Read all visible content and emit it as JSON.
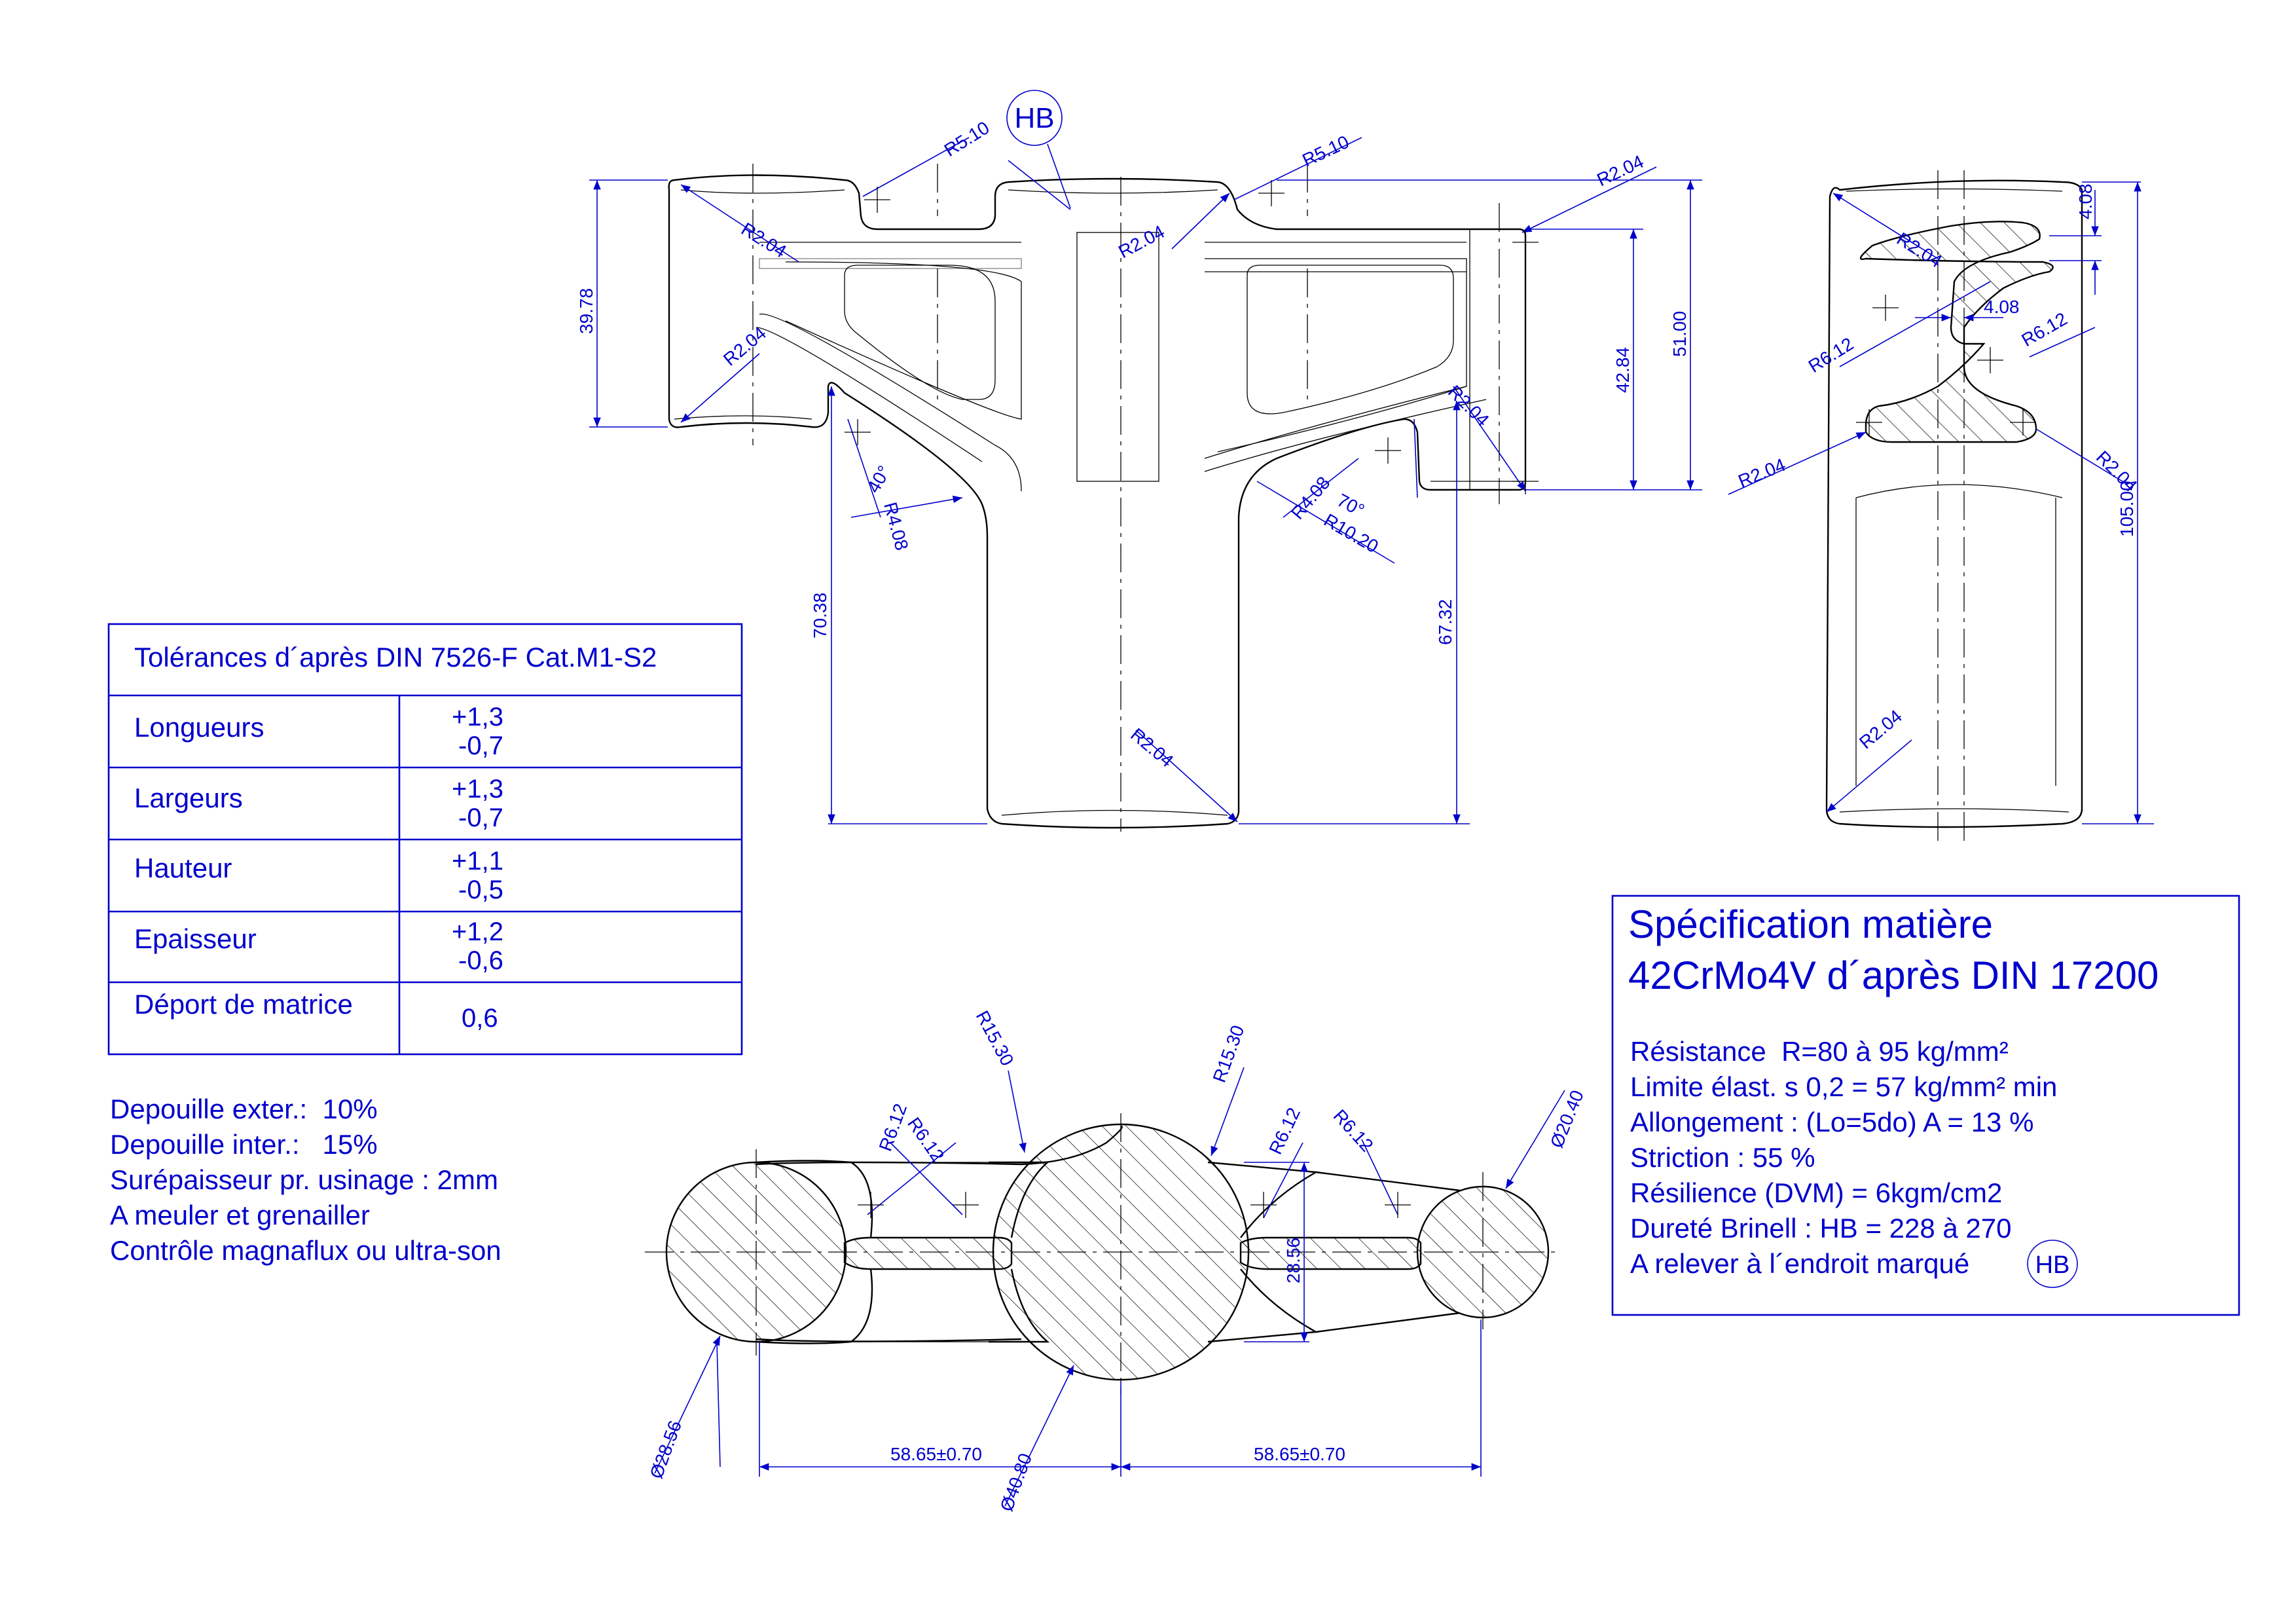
{
  "tolerance_table": {
    "title": "Tolérances d´après DIN 7526-F Cat.M1-S2",
    "rows": [
      {
        "label": "Longueurs",
        "plus": "+1,3",
        "minus": "-0,7"
      },
      {
        "label": "Largeurs",
        "plus": "+1,3",
        "minus": "-0,7"
      },
      {
        "label": "Hauteur",
        "plus": "+1,1",
        "minus": "-0,5"
      },
      {
        "label": "Epaisseur",
        "plus": "+1,2",
        "minus": "-0,6"
      },
      {
        "label": "Déport de matrice",
        "plus": "0,6",
        "minus": ""
      }
    ]
  },
  "notes": [
    "Depouille exter.:  10%",
    "Depouille inter.:   15%",
    "Surépaisseur pr. usinage : 2mm",
    "A meuler et grenailler",
    "Contrôle magnaflux ou ultra-son"
  ],
  "spec": {
    "title1": "Spécification matière",
    "title2": "42CrMo4V d´après DIN 17200",
    "lines": [
      "Résistance  R=80 à 95 kg/mm²",
      "Limite élast. s 0,2 = 57 kg/mm² min",
      "Allongement : (Lo=5do) A = 13 %",
      "Striction : 55 %",
      "Résilience (DVM) = 6kgm/cm2",
      "Dureté Brinell : HB = 228 à 270",
      "A relever à l´endroit marqué"
    ],
    "hb_mark": "HB"
  },
  "hb_balloon": "HB",
  "front_view_dims": {
    "r510_left": "R5.10",
    "r510_right": "R5.10",
    "r204_top_right": "R2.04",
    "r204_left_top": "R2.04",
    "r204_left_mid": "R2.04",
    "r204_center": "R2.04",
    "r204_right_low": "R2.04",
    "r204_bottom": "R2.04",
    "h3978": "39.78",
    "h4284": "42.84",
    "h5100": "51.00",
    "h7038": "70.38",
    "h6732": "67.32",
    "ang_left": "40°",
    "r408_left": "R4.08",
    "r408_right": "R4.08",
    "ang_right": "70°",
    "r1020": "R10.20"
  },
  "side_view_dims": {
    "d408_top": "4.08",
    "r204_a": "R2.04",
    "d408_mid": "4.08",
    "r612_right": "R6.12",
    "r612_left": "R6.12",
    "r204_left": "R2.04",
    "r204_right": "R2.04",
    "h10500": "105.00",
    "r204_bottom": "R2.04"
  },
  "section_view_dims": {
    "r1530_left": "R15.30",
    "r1530_right": "R15.30",
    "r612_a": "R6.12",
    "r612_b": "R6.12",
    "r612_c": "R6.12",
    "r612_d": "R6.12",
    "dia2040": "Ø20.40",
    "dia2856": "Ø28.56",
    "dia4080": "Ø40.80",
    "v2856": "28.56",
    "span_left": "58.65±0.70",
    "span_right": "58.65±0.70"
  }
}
